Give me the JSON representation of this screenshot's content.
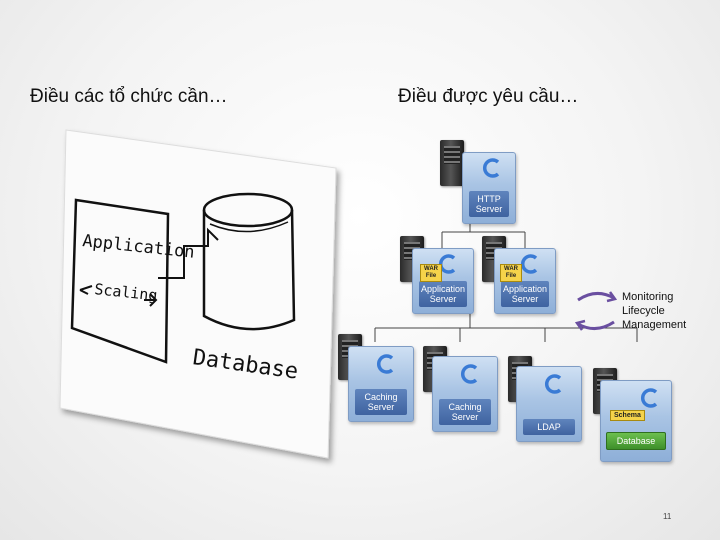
{
  "headings": {
    "left": "Điều các tổ chức cần…",
    "right": "Điều được yêu cầu…"
  },
  "sketch": {
    "application": "Application",
    "scaling": "Scaling",
    "database": "Database"
  },
  "servers": {
    "http": "HTTP\nServer",
    "app1": "Application\nServer",
    "app2": "Application\nServer",
    "cache1": "Caching\nServer",
    "cache2": "Caching\nServer",
    "ldap": "LDAP",
    "db": "Database"
  },
  "badges": {
    "war": "WAR\nFile",
    "schema": "Schema"
  },
  "monitoring": "Monitoring\nLifecycle\nManagement",
  "page_number": "11",
  "colors": {
    "box_blue": "#a9c4e4",
    "label_blue": "#3f63a0",
    "war_yellow": "#f5d34a",
    "db_green": "#3e8f2a",
    "cycle_arrow": "#6a4fa0"
  }
}
